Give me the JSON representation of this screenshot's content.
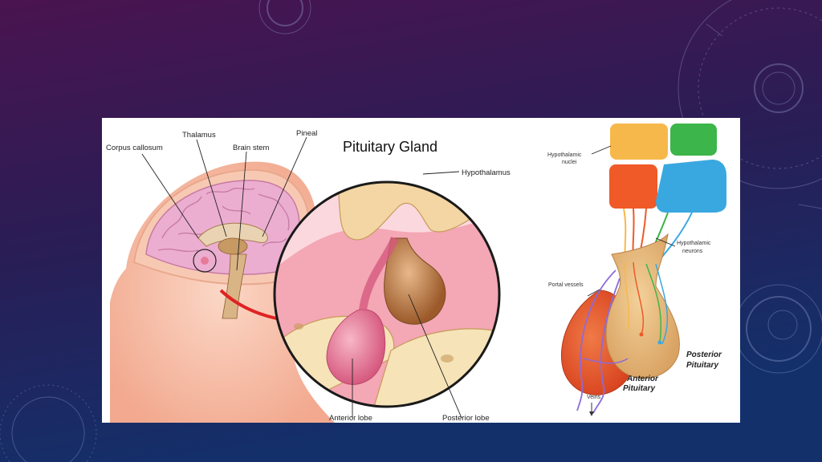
{
  "slide": {
    "background_colors": [
      "#4a1450",
      "#2a1d55",
      "#13306b"
    ]
  },
  "diagram": {
    "title": "Pituitary Gland",
    "head_labels": {
      "corpus_callosum": "Corpus callosum",
      "thalamus": "Thalamus",
      "brain_stem": "Brain stem",
      "pineal": "Pineal"
    },
    "gland_labels": {
      "hypothalamus": "Hypothalamus",
      "anterior_lobe": "Anterior lobe",
      "posterior_lobe": "Posterior lobe"
    },
    "schematic_labels": {
      "hypothalamic_nuclei_line1": "Hypothalamic",
      "hypothalamic_nuclei_line2": "nuclei",
      "hypothalamic_neurons_line1": "Hypothalamic",
      "hypothalamic_neurons_line2": "neurons",
      "portal_vessels": "Portal vessels",
      "veins": "Veins",
      "anterior_pituitary_line1": "Anterior",
      "anterior_pituitary_line2": "Pituitary",
      "posterior_pituitary_line1": "Posterior",
      "posterior_pituitary_line2": "Pituitary"
    },
    "nuclei_colors": {
      "yellow": "#f7b84b",
      "green": "#3cb54a",
      "red": "#ef5a28",
      "blue": "#3aa8e0"
    }
  }
}
